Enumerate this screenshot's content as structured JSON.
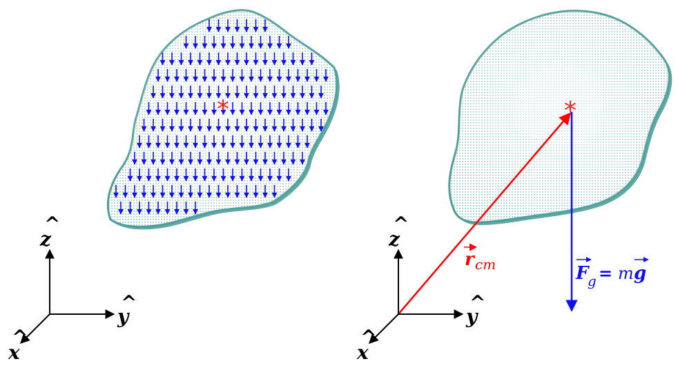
{
  "left_panel": {
    "axes": {
      "z": "z",
      "y": "y",
      "x": "x"
    },
    "cm_marker": "*",
    "colors": {
      "force_arrows": "#1010ee",
      "blob_fill": "#a9d3d0",
      "blob_edge": "#4f9d9a",
      "cm": "#ff2020"
    }
  },
  "right_panel": {
    "axes": {
      "z": "z",
      "y": "y",
      "x": "x"
    },
    "cm_marker": "*",
    "position_vector": {
      "symbol": "r",
      "subscript": "cm",
      "color": "#ff0000"
    },
    "force_vector": {
      "symbol": "F",
      "subscript": "g",
      "equals": "=",
      "mass": "m",
      "g": "g",
      "color": "#1010ee"
    }
  }
}
